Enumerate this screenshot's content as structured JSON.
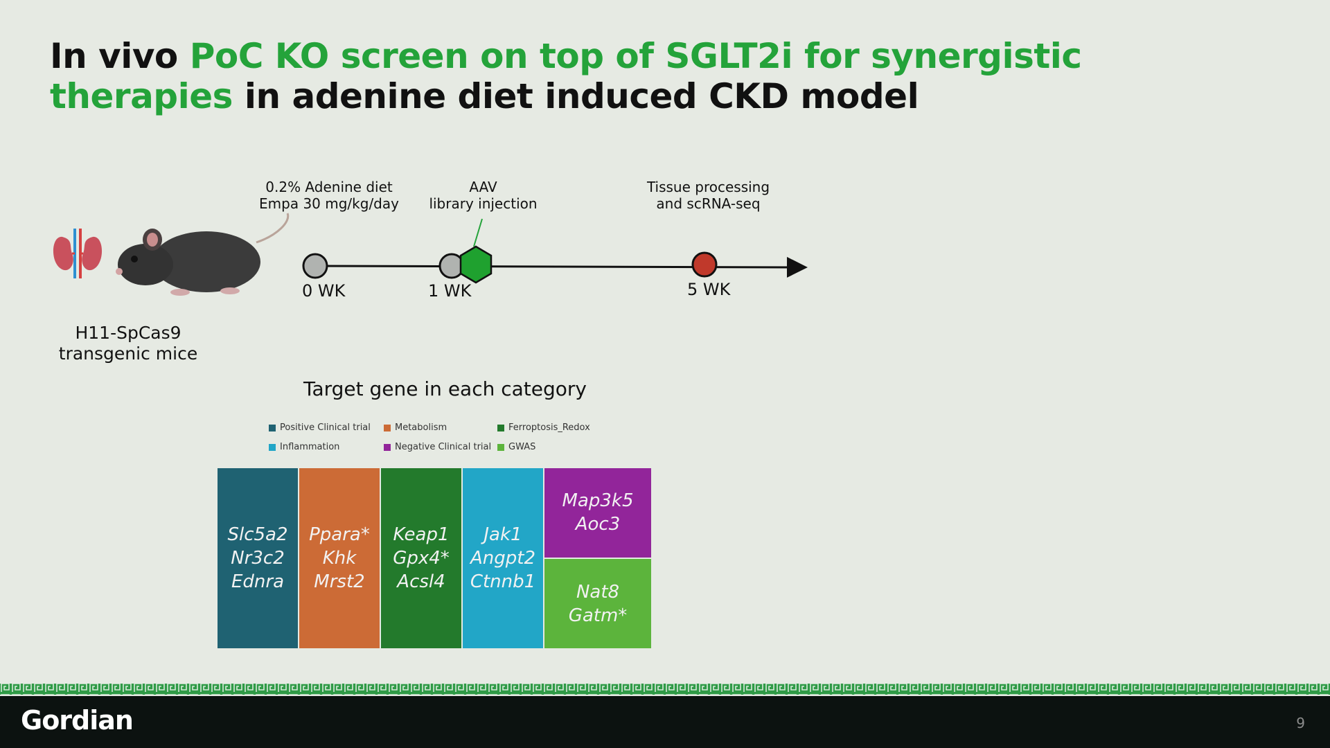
{
  "title": {
    "part1": "In vivo ",
    "highlight": "PoC KO screen on top of SGLT2i for synergistic therapies",
    "part2": " in adenine diet induced CKD model"
  },
  "mouse_label": {
    "line1": "H11-SpCas9",
    "line2": "transgenic mice"
  },
  "timeline": {
    "step1_line1": "0.2% Adenine diet",
    "step1_line2": "Empa 30 mg/kg/day",
    "step2_line1": "AAV",
    "step2_line2": "library injection",
    "step3_line1": "Tissue processing",
    "step3_line2": "and scRNA-seq",
    "wk0": "0 WK",
    "wk1": "1 WK",
    "wk5": "5 WK"
  },
  "chart_data": {
    "type": "treemap",
    "title": "Target gene in each category",
    "legend": [
      {
        "label": "Positive Clinical trial",
        "color": "#1f6272"
      },
      {
        "label": "Metabolism",
        "color": "#cc6b36"
      },
      {
        "label": "Ferroptosis_Redox",
        "color": "#237a2c"
      },
      {
        "label": "Inflammation",
        "color": "#22a6c7"
      },
      {
        "label": "Negative Clinical trial",
        "color": "#92259a"
      },
      {
        "label": "GWAS",
        "color": "#5cb43c"
      }
    ],
    "tiles": [
      {
        "category": "Positive Clinical trial",
        "genes": [
          "Slc5a2",
          "Nr3c2",
          "Ednra"
        ],
        "color": "#1f6272"
      },
      {
        "category": "Metabolism",
        "genes": [
          "Ppara*",
          "Khk",
          "Mrst2"
        ],
        "color": "#cc6b36"
      },
      {
        "category": "Ferroptosis_Redox",
        "genes": [
          "Keap1",
          "Gpx4*",
          "Acsl4"
        ],
        "color": "#237a2c"
      },
      {
        "category": "Inflammation",
        "genes": [
          "Jak1",
          "Angpt2",
          "Ctnnb1"
        ],
        "color": "#22a6c7"
      },
      {
        "category": "Negative Clinical trial",
        "genes": [
          "Map3k5",
          "Aoc3"
        ],
        "color": "#92259a"
      },
      {
        "category": "GWAS",
        "genes": [
          "Nat8",
          "Gatm*"
        ],
        "color": "#5cb43c"
      }
    ]
  },
  "footer": {
    "logo": "Gordian",
    "page_number": "9"
  }
}
